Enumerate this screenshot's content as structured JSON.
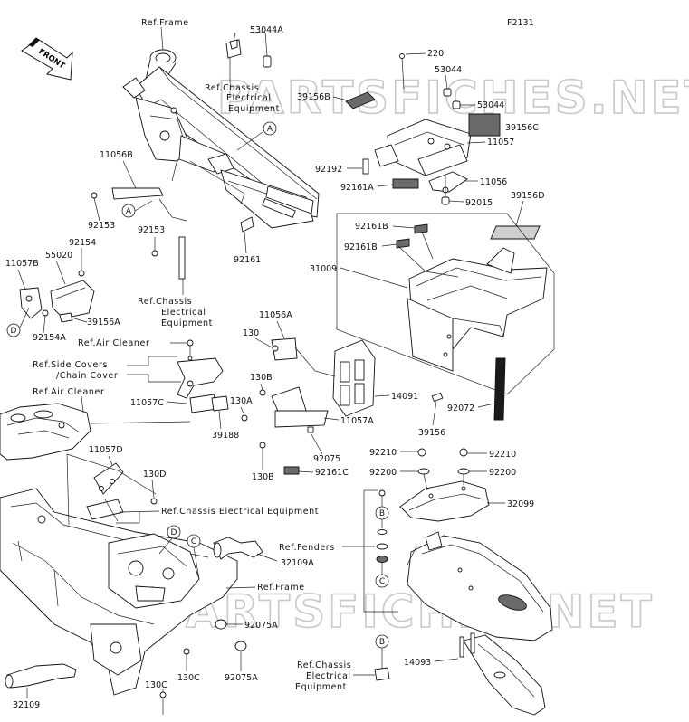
{
  "figure_code": "F2131",
  "front_label": "FRONT",
  "watermark": "PARTSFICHES.NET",
  "callouts": [
    "A",
    "A",
    "B",
    "B",
    "C",
    "C",
    "D",
    "D"
  ],
  "parts": {
    "p53044A": "53044A",
    "p220": "220",
    "p53044_1": "53044",
    "p53044_2": "53044",
    "p39156B": "39156B",
    "p39156C": "39156C",
    "p11057": "11057",
    "p92192": "92192",
    "p11056": "11056",
    "p92161A": "92161A",
    "p92015": "92015",
    "p39156D": "39156D",
    "p11056B": "11056B",
    "p92153a": "92153",
    "p92153b": "92153",
    "p92161": "92161",
    "p92161B1": "92161B",
    "p92161B2": "92161B",
    "p31009": "31009",
    "p11057B": "11057B",
    "p55020": "55020",
    "p92154": "92154",
    "p39156A": "39156A",
    "p92154A": "92154A",
    "p11056A": "11056A",
    "p130a": "130",
    "p130B1": "130B",
    "p130A": "130A",
    "p14091": "14091",
    "p11057A": "11057A",
    "p92075": "92075",
    "p130B2": "130B",
    "p92161C": "92161C",
    "p92072": "92072",
    "p39156": "39156",
    "p11057C": "11057C",
    "p39188": "39188",
    "p92210a": "92210",
    "p92210b": "92210",
    "p92200a": "92200",
    "p92200b": "92200",
    "p32099": "32099",
    "p11057D": "11057D",
    "p130D": "130D",
    "p32109A": "32109A",
    "p92075A1": "92075A",
    "p92075A2": "92075A",
    "p130C1": "130C",
    "p130C2": "130C",
    "p32109": "32109",
    "p14093": "14093"
  },
  "references": {
    "frame_top": "Ref.Frame",
    "chassis_top_1": "Ref.Chassis",
    "chassis_top_2": "Electrical",
    "chassis_top_3": "Equipment",
    "chassis_left_1": "Ref.Chassis",
    "chassis_left_2": "Electrical",
    "chassis_left_3": "Equipment",
    "air_cleaner_1": "Ref.Air Cleaner",
    "side_covers_1": "Ref.Side Covers",
    "side_covers_2": "/Chain Cover",
    "air_cleaner_2": "Ref.Air Cleaner",
    "chassis_mid": "Ref.Chassis Electrical Equipment",
    "fenders": "Ref.Fenders",
    "frame_bottom": "Ref.Frame",
    "chassis_bottom_1": "Ref.Chassis",
    "chassis_bottom_2": "Electrical",
    "chassis_bottom_3": "Equipment"
  }
}
